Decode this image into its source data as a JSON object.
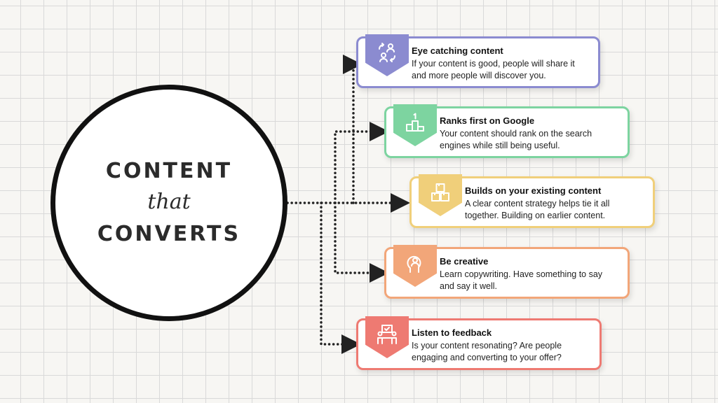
{
  "hub": {
    "line1": "CONTENT",
    "line2": "that",
    "line3": "CONVERTS"
  },
  "cards": [
    {
      "title": "Eye catching content",
      "description_line1": "If your content is good, people will share it",
      "description_line2": "and more people will discover you.",
      "color": "#8b8bd0",
      "icon": "people-share-icon"
    },
    {
      "title": "Ranks first on Google",
      "description_line1": "Your content should rank on the search",
      "description_line2": "engines while still being useful.",
      "color": "#7dd4a0",
      "icon": "podium-icon"
    },
    {
      "title": "Builds on your existing content",
      "description_line1": "A clear content strategy helps tie it all",
      "description_line2": "together. Building on earlier content.",
      "color": "#f0cf7a",
      "icon": "stacked-boxes-icon"
    },
    {
      "title": "Be creative",
      "description_line1": "Learn copywriting. Have something to say",
      "description_line2": "and say it well.",
      "color": "#f2a679",
      "icon": "creative-head-icon"
    },
    {
      "title": "Listen to feedback",
      "description_line1": "Is your content resonating? Are people",
      "description_line2": "engaging and converting to your offer?",
      "color": "#ee7a72",
      "icon": "feedback-board-icon"
    }
  ]
}
